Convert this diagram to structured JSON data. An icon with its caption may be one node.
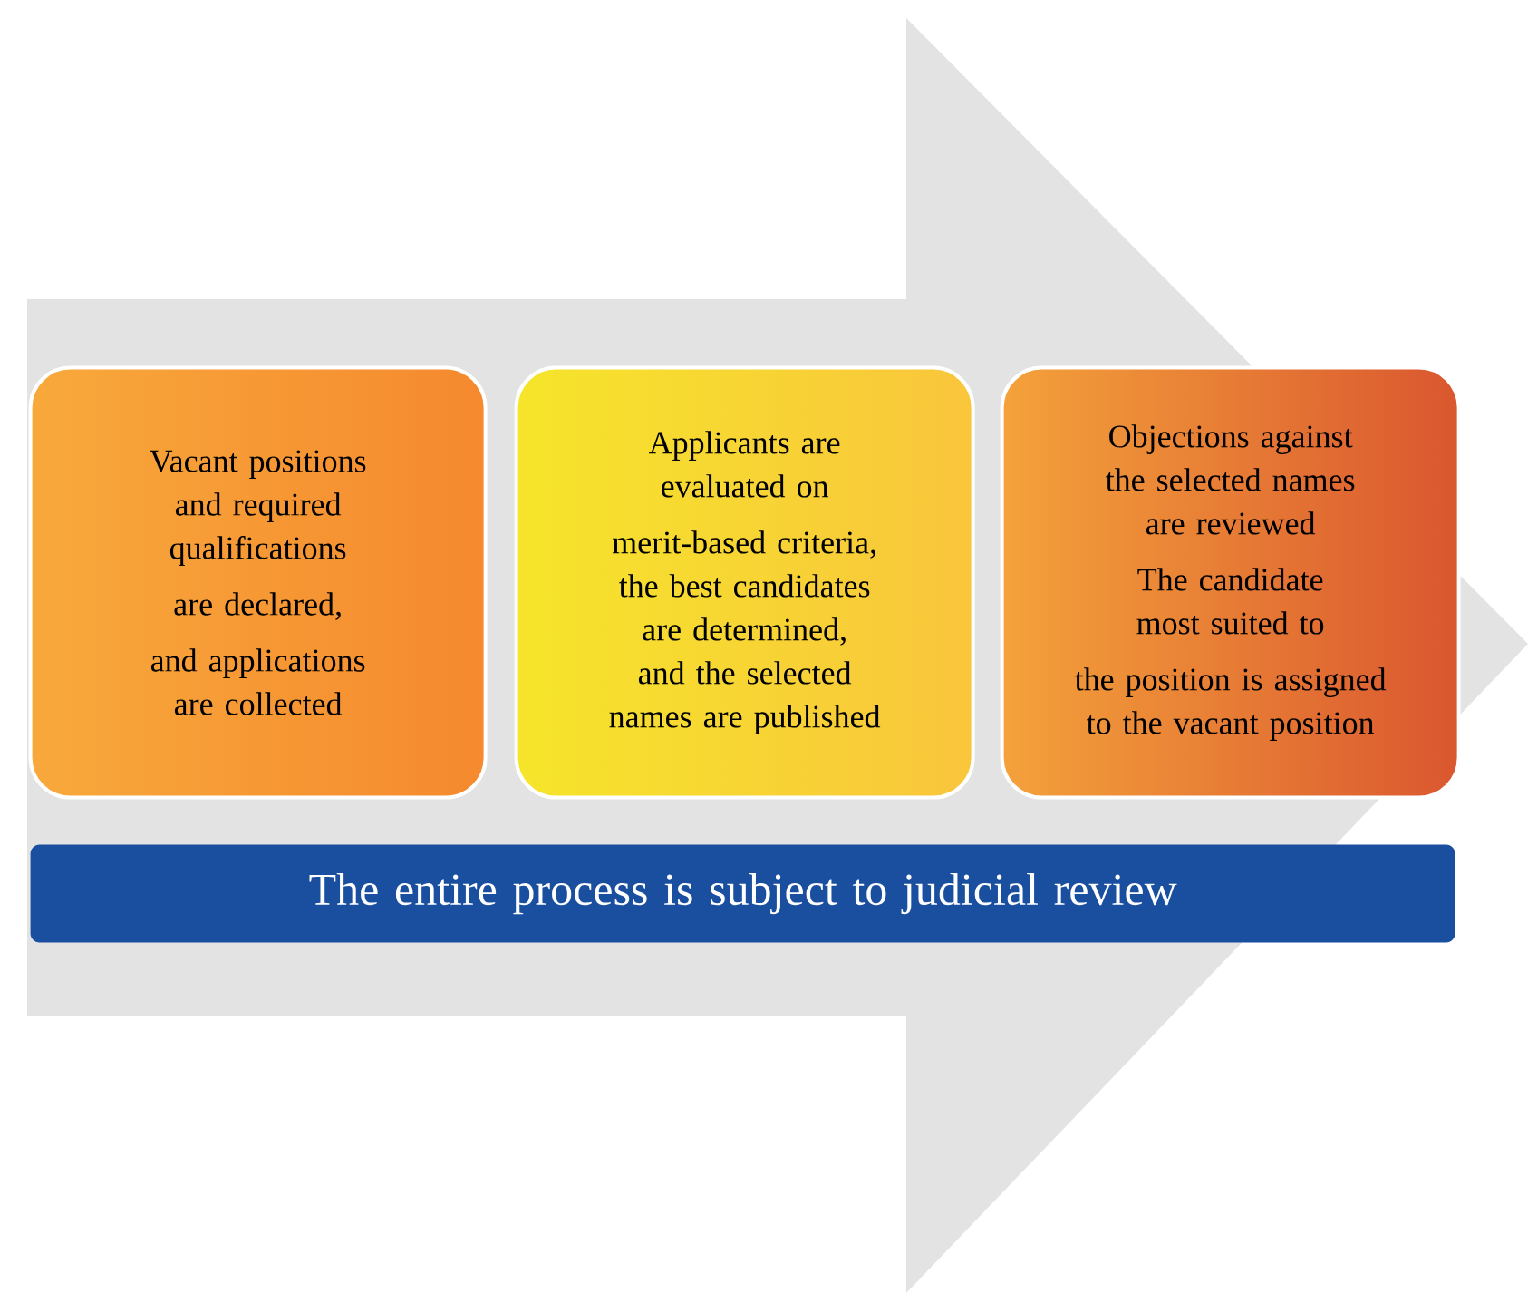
{
  "diagram": {
    "nodes": [
      {
        "text": [],
        "shape": "arrow"
      },
      {
        "text": [
          "Vacant positions and required qualifications",
          "are declared,",
          "and applications are collected"
        ],
        "in": 0
      },
      {
        "text": [
          "Applicants are evaluated on",
          "merit-based criteria, the best candidates are determined, and the selected names are published"
        ],
        "in": 0
      },
      {
        "text": [
          "Objections against the selected names are reviewed",
          "The candidate most suited to",
          "the position is assigned to the vacant position"
        ],
        "in": 0
      },
      {
        "text": [
          "The entire process is subject to judicial review"
        ],
        "in": 0
      }
    ]
  }
}
